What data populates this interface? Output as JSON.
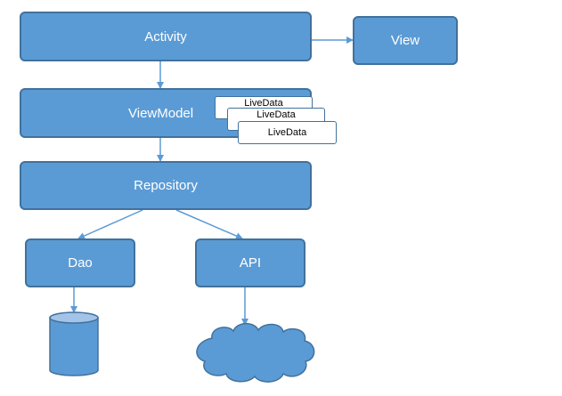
{
  "nodes": {
    "activity": "Activity",
    "view": "View",
    "viewmodel": "ViewModel",
    "repository": "Repository",
    "dao": "Dao",
    "api": "API"
  },
  "livedata": [
    "LiveData",
    "LiveData",
    "LiveData"
  ],
  "colors": {
    "box_fill": "#5b9bd5",
    "box_border": "#41719c",
    "arrow": "#5b9bd5",
    "cylinder_top": "#a3c4e8",
    "text": "#ffffff"
  },
  "icons": {
    "database": "database-cylinder-icon",
    "cloud": "cloud-icon"
  }
}
